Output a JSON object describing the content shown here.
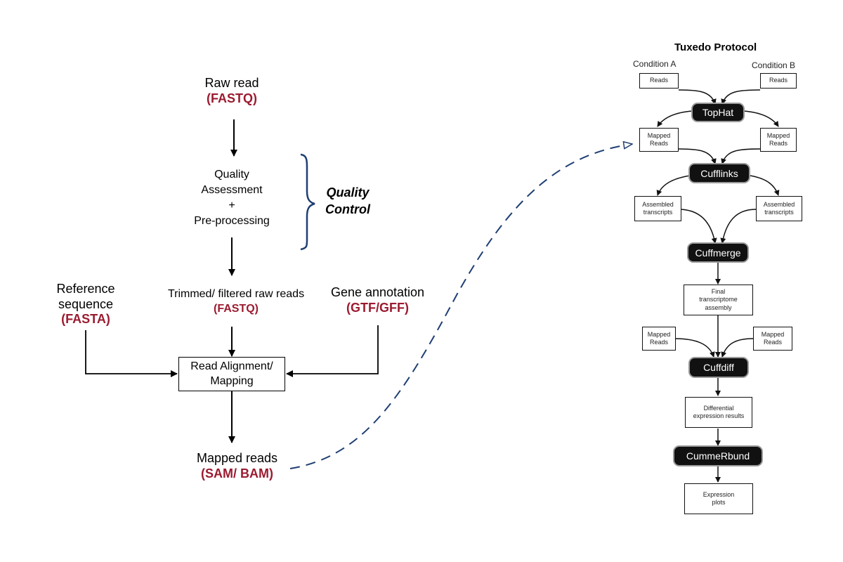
{
  "left_flow": {
    "raw_read": {
      "label": "Raw read",
      "format": "(FASTQ)"
    },
    "quality_step": {
      "line1": "Quality",
      "line2": "Assessment",
      "line3": "+",
      "line4": "Pre-processing"
    },
    "quality_control": {
      "line1": "Quality",
      "line2": "Control"
    },
    "trimmed": {
      "label": "Trimmed/ filtered raw reads",
      "format": "(FASTQ)"
    },
    "reference": {
      "line1": "Reference",
      "line2": "sequence",
      "format": "(FASTA)"
    },
    "gene_annotation": {
      "label": "Gene annotation",
      "format": "(GTF/GFF)"
    },
    "alignment_box": {
      "line1": "Read Alignment/",
      "line2": "Mapping"
    },
    "mapped_reads": {
      "label": "Mapped reads",
      "format": "(SAM/ BAM)"
    }
  },
  "tuxedo": {
    "title": "Tuxedo Protocol",
    "condition_a": "Condition A",
    "condition_b": "Condition B",
    "reads_label": "Reads",
    "mapped_line1": "Mapped",
    "mapped_line2": "Reads",
    "assembled_line1": "Assembled",
    "assembled_line2": "transcripts",
    "final_line1": "Final",
    "final_line2": "transcriptome",
    "final_line3": "assembly",
    "diff_line1": "Differential",
    "diff_line2": "expression results",
    "plots_line1": "Expression",
    "plots_line2": "plots",
    "tools": {
      "tophat": "TopHat",
      "cufflinks": "Cufflinks",
      "cuffmerge": "Cuffmerge",
      "cuffdiff": "Cuffdiff",
      "cummerbund": "CummeRbund"
    }
  },
  "colors": {
    "format_text": "#9b1b30",
    "brace_and_connector": "#1f3f73",
    "tool_bg": "#111111"
  }
}
